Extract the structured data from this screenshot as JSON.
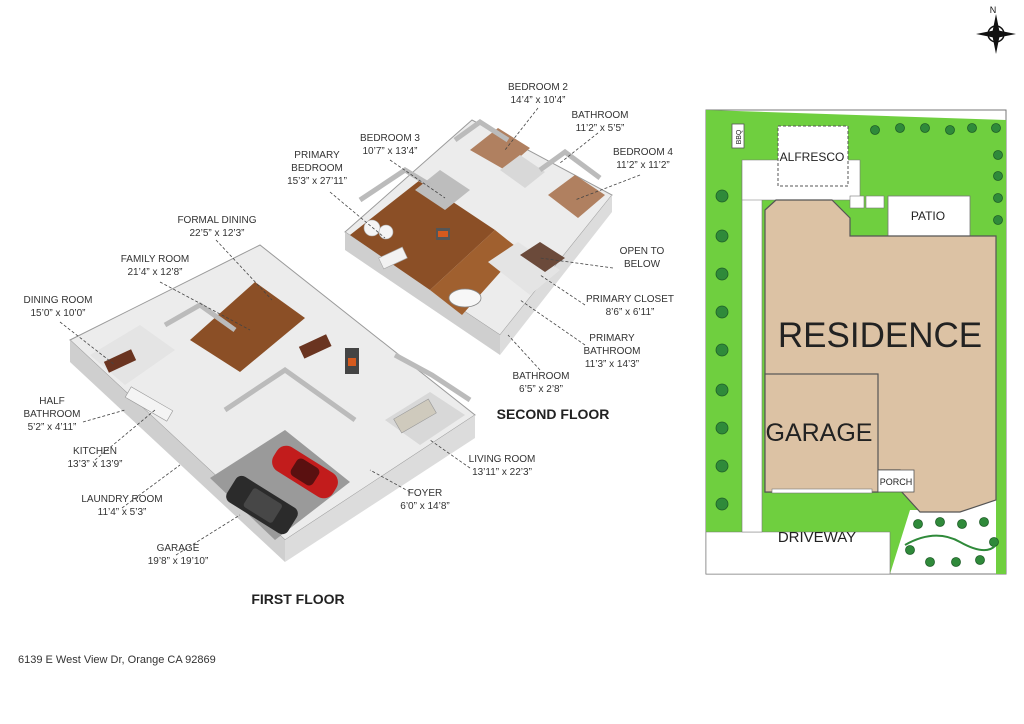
{
  "floors": {
    "first_floor_title": "FIRST FLOOR",
    "second_floor_title": "SECOND FLOOR"
  },
  "rooms": {
    "bedroom2": {
      "name": "BEDROOM 2",
      "dim": "14’4” x 10’4”"
    },
    "bathroom_upper": {
      "name": "BATHROOM",
      "dim": "11’2” x 5’5”"
    },
    "bedroom3": {
      "name": "BEDROOM 3",
      "dim": "10’7” x 13’4”"
    },
    "bedroom4": {
      "name": "BEDROOM 4",
      "dim": "11’2” x 11’2”"
    },
    "primary_bedroom": {
      "name1": "PRIMARY",
      "name2": "BEDROOM",
      "dim": "15’3” x 27’11”"
    },
    "open_to_below": {
      "name1": "OPEN TO",
      "name2": "BELOW"
    },
    "primary_closet": {
      "name": "PRIMARY CLOSET",
      "dim": "8’6” x 6’11”"
    },
    "primary_bathroom": {
      "name1": "PRIMARY",
      "name2": "BATHROOM",
      "dim": "11’3” x 14’3”"
    },
    "bathroom_small": {
      "name": "BATHROOM",
      "dim": "6’5” x 2’8”"
    },
    "formal_dining": {
      "name": "FORMAL DINING",
      "dim": "22’5” x 12’3”"
    },
    "family_room": {
      "name": "FAMILY ROOM",
      "dim": "21’4” x 12’8”"
    },
    "dining_room": {
      "name": "DINING ROOM",
      "dim": "15’0” x 10’0”"
    },
    "half_bathroom": {
      "name1": "HALF",
      "name2": "BATHROOM",
      "dim": "5’2” x 4’11”"
    },
    "kitchen": {
      "name": "KITCHEN",
      "dim": "13’3” x 13’9”"
    },
    "laundry_room": {
      "name": "LAUNDRY ROOM",
      "dim": "11’4” x 5’3”"
    },
    "garage_first": {
      "name": "GARAGE",
      "dim": "19’8” x 19’10”"
    },
    "foyer": {
      "name": "FOYER",
      "dim": "6’0” x 14’8”"
    },
    "living_room": {
      "name": "LIVING ROOM",
      "dim": "13’11” x 22’3”"
    }
  },
  "site_plan": {
    "residence": "RESIDENCE",
    "garage": "GARAGE",
    "porch": "PORCH",
    "driveway": "DRIVEWAY",
    "patio": "PATIO",
    "alfresco": "ALFRESCO",
    "bbq": "BBQ",
    "north": "N",
    "colors": {
      "lawn": "#6fcf3f",
      "building": "#dcc2a4",
      "outline": "#555555",
      "tree": "#2f8a3a"
    }
  },
  "address": "6139 E West View Dr, Orange CA 92869"
}
